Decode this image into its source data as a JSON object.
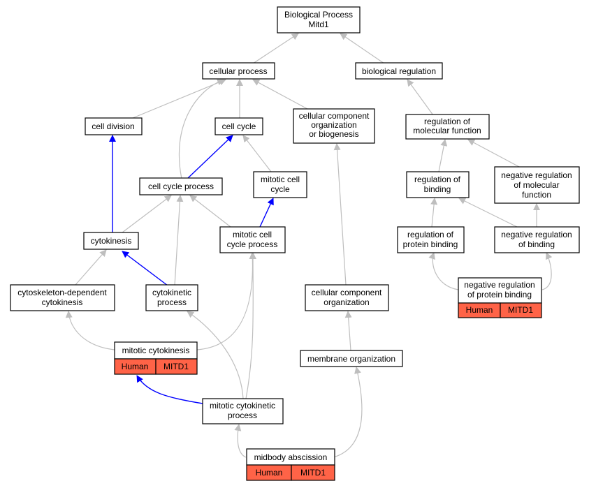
{
  "diagram": {
    "colors": {
      "edge_default": "#bebebe",
      "edge_highlight": "#0000ff",
      "node_border": "#000000",
      "node_fill": "#ffffff",
      "annotation_fill": "#ff6347"
    },
    "nodes": {
      "biological_process": {
        "lines": [
          "Biological Process",
          "Mitd1"
        ]
      },
      "cellular_process": {
        "lines": [
          "cellular process"
        ]
      },
      "biological_regulation": {
        "lines": [
          "biological regulation"
        ]
      },
      "cell_division": {
        "lines": [
          "cell division"
        ]
      },
      "cell_cycle": {
        "lines": [
          "cell cycle"
        ]
      },
      "cellular_component_org_biogenesis": {
        "lines": [
          "cellular component",
          "organization",
          "or biogenesis"
        ]
      },
      "regulation_molecular_function": {
        "lines": [
          "regulation of",
          "molecular function"
        ]
      },
      "cell_cycle_process": {
        "lines": [
          "cell cycle process"
        ]
      },
      "mitotic_cell_cycle": {
        "lines": [
          "mitotic cell",
          "cycle"
        ]
      },
      "regulation_binding": {
        "lines": [
          "regulation of",
          "binding"
        ]
      },
      "neg_reg_molecular_function": {
        "lines": [
          "negative regulation",
          "of molecular",
          "function"
        ]
      },
      "cytokinesis": {
        "lines": [
          "cytokinesis"
        ]
      },
      "mitotic_cell_cycle_process": {
        "lines": [
          "mitotic cell",
          "cycle process"
        ]
      },
      "regulation_protein_binding": {
        "lines": [
          "regulation of",
          "protein binding"
        ]
      },
      "neg_reg_binding": {
        "lines": [
          "negative regulation",
          "of binding"
        ]
      },
      "cytoskeleton_dependent_cytokinesis": {
        "lines": [
          "cytoskeleton-dependent",
          "cytokinesis"
        ]
      },
      "cytokinetic_process": {
        "lines": [
          "cytokinetic",
          "process"
        ]
      },
      "cellular_component_organization": {
        "lines": [
          "cellular component",
          "organization"
        ]
      },
      "neg_reg_protein_binding": {
        "lines": [
          "negative regulation",
          "of protein binding"
        ],
        "annotation": [
          "Human",
          "MITD1"
        ]
      },
      "mitotic_cytokinesis": {
        "lines": [
          "mitotic cytokinesis"
        ],
        "annotation": [
          "Human",
          "MITD1"
        ]
      },
      "membrane_organization": {
        "lines": [
          "membrane organization"
        ]
      },
      "mitotic_cytokinetic_process": {
        "lines": [
          "mitotic cytokinetic",
          "process"
        ]
      },
      "midbody_abscission": {
        "lines": [
          "midbody abscission"
        ],
        "annotation": [
          "Human",
          "MITD1"
        ]
      }
    }
  }
}
